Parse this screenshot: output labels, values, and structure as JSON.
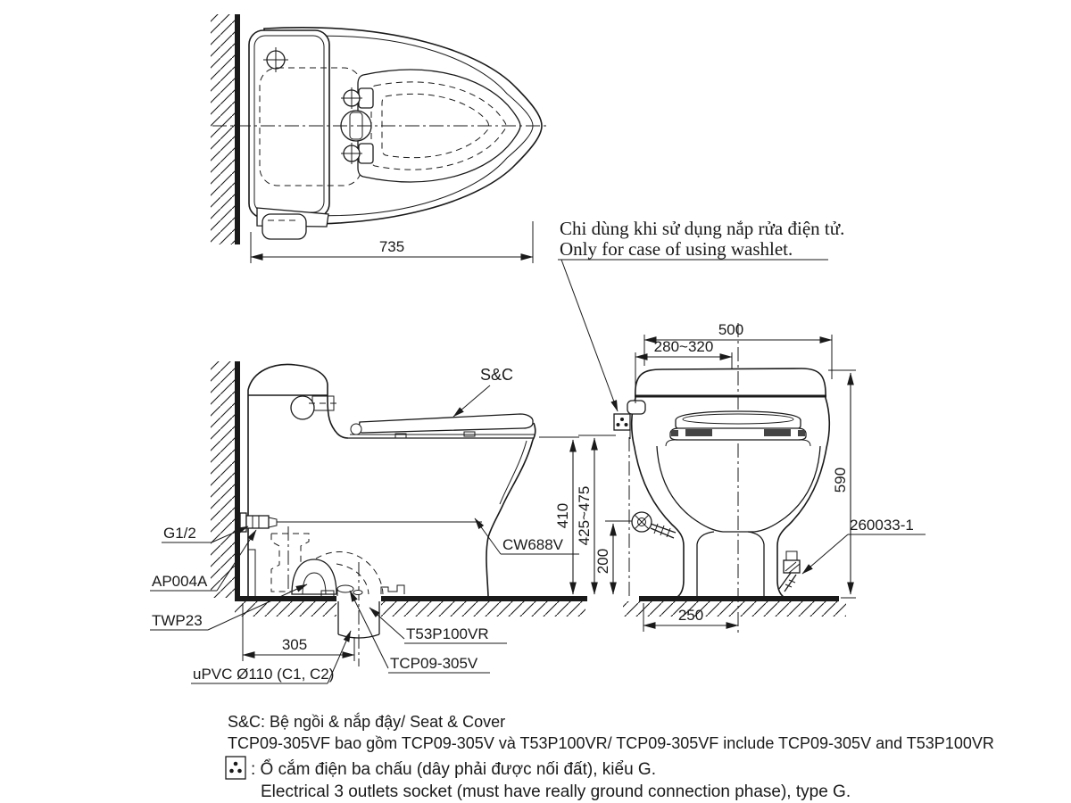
{
  "note": {
    "line1": "Chi dùng khi sử dụng nắp rửa điện tử.",
    "line2": "Only for case of using washlet."
  },
  "top_view": {
    "dim_depth": "735"
  },
  "side_view": {
    "label_sc": "S&C",
    "label_model": "CW688V",
    "label_supply": "G1/2",
    "label_ap004a": "AP004A",
    "label_twp23": "TWP23",
    "label_t53p100vr": "T53P100VR",
    "label_tcp09_305v": "TCP09-305V",
    "label_upvc": "uPVC Ø110 (C1, C2)",
    "dim_seat_height": "410",
    "dim_rough_in": "305"
  },
  "front_view": {
    "label_connector": "260033-1",
    "dim_width": "500",
    "dim_supply_offset": "280~320",
    "dim_height": "590",
    "dim_outlet_height": "425~475",
    "dim_valve_height": "200",
    "dim_base_width": "250"
  },
  "legend": {
    "line1": "S&C: Bệ ngồi & nắp đậy/ Seat & Cover",
    "line2": "TCP09-305VF bao gồm TCP09-305V và T53P100VR/ TCP09-305VF include TCP09-305V and T53P100VR",
    "line3": ": Ổ cắm điện ba chấu (dây phải được nối đất), kiểu G.",
    "line4": "Electrical 3 outlets socket (must have really ground connection phase), type G."
  },
  "colors": {
    "ink": "#1a1a1a",
    "background": "#ffffff"
  }
}
